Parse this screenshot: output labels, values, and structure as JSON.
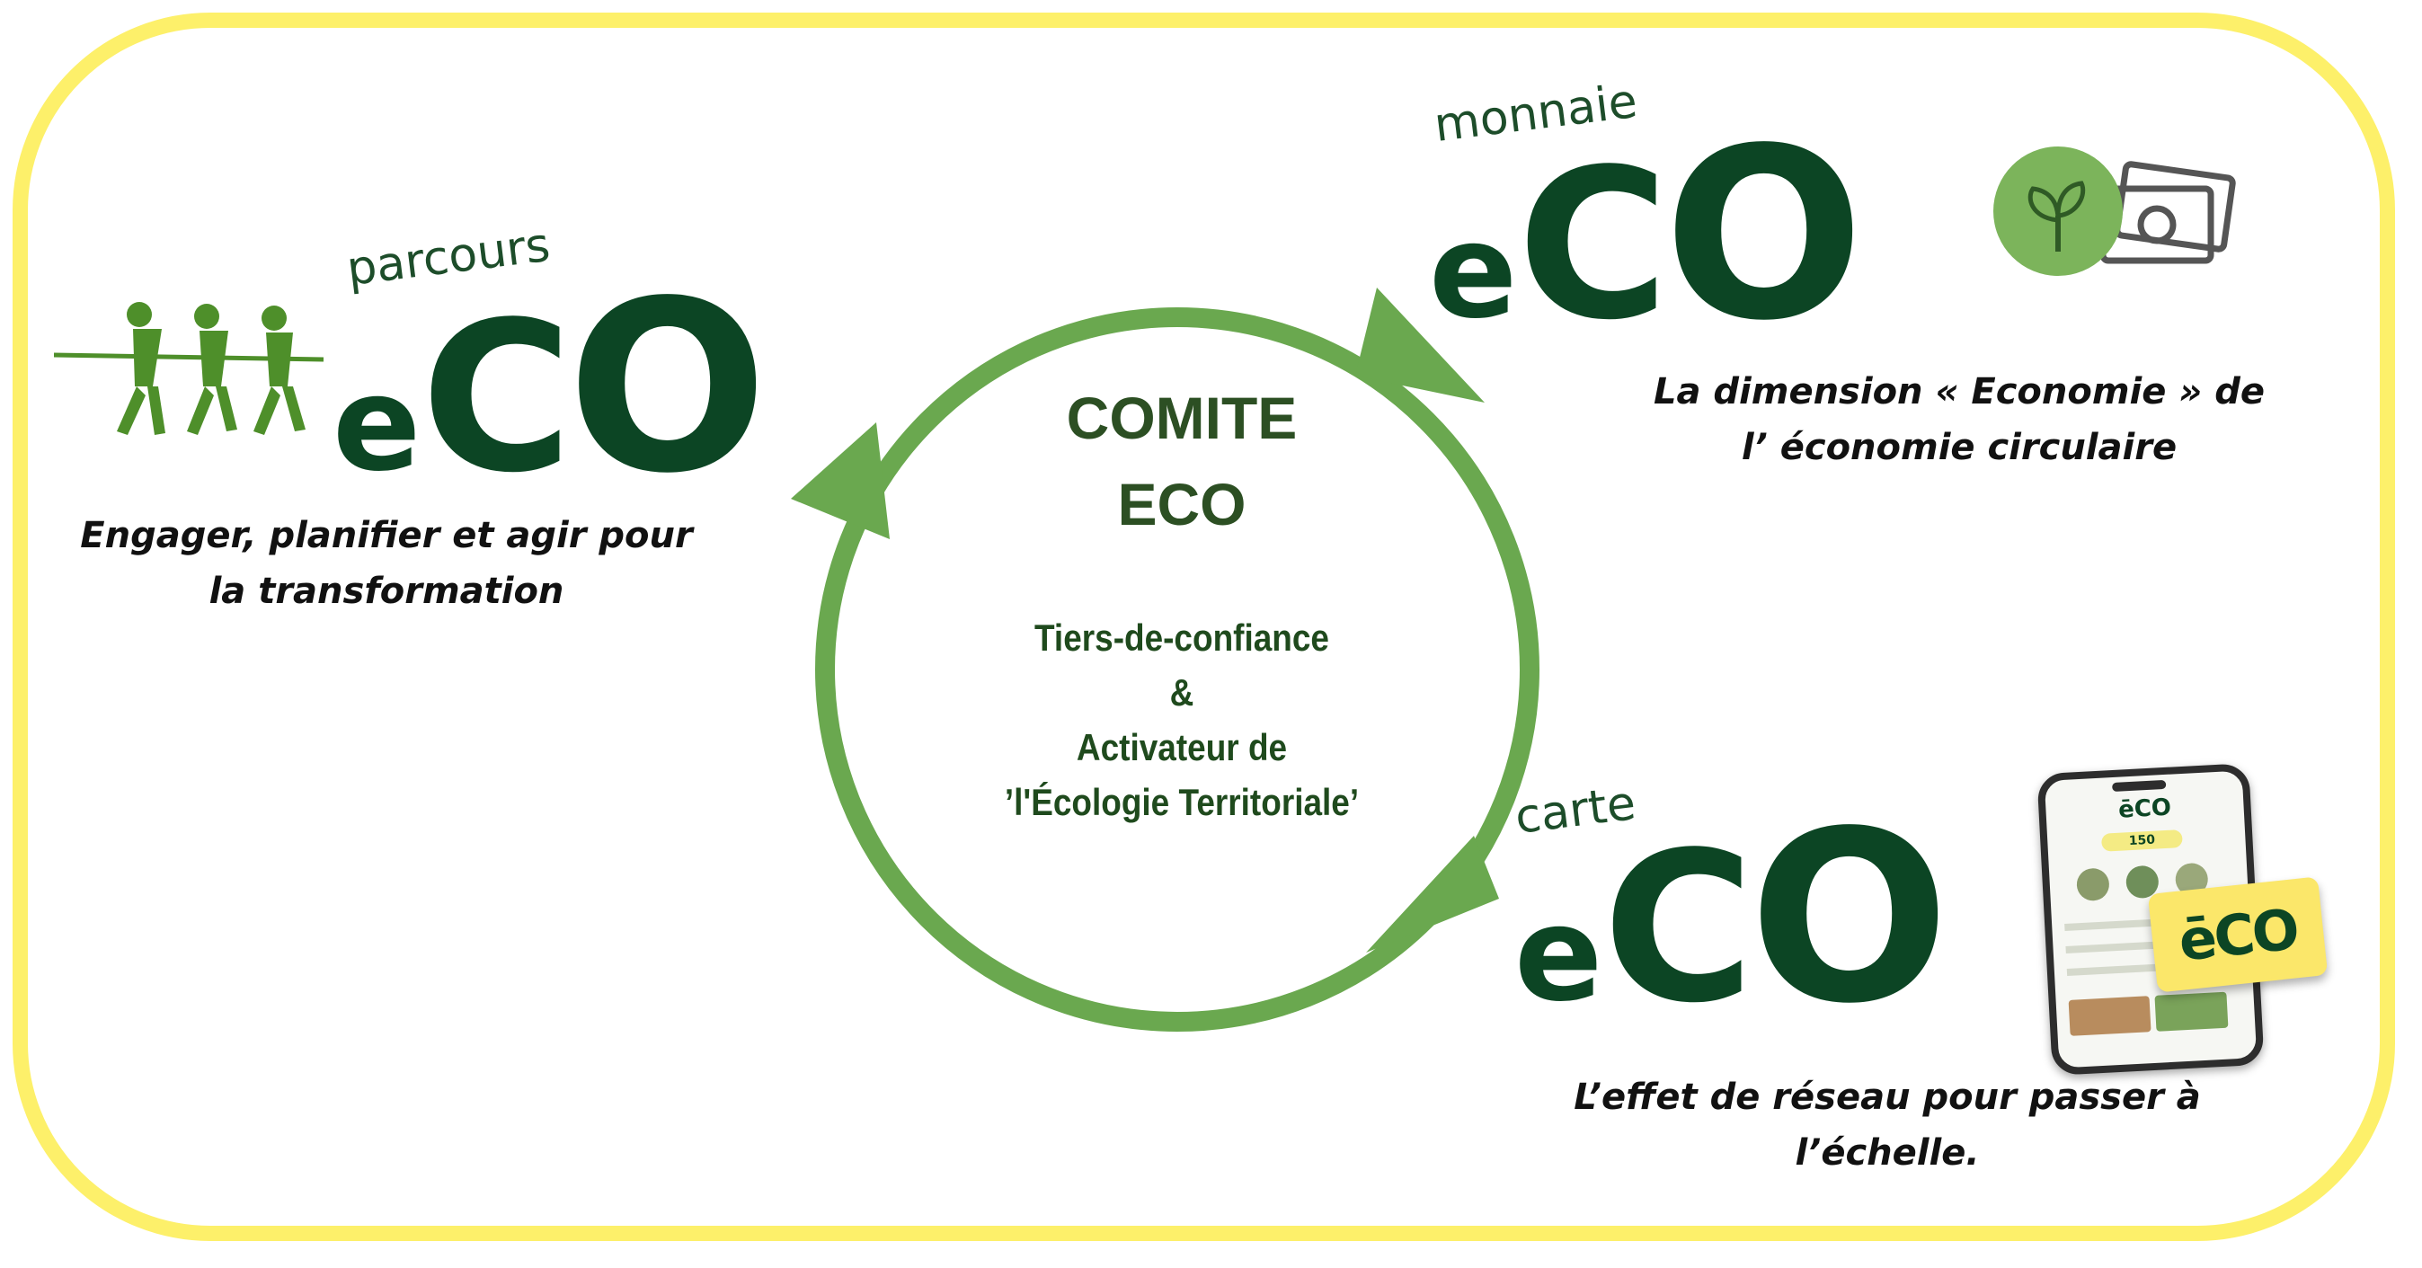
{
  "center": {
    "title_line1": "COMITE",
    "title_line2": "ECO",
    "line1": "Tiers-de-confiance",
    "line2": "&",
    "line3": "Activateur de",
    "line4": "’l'Écologie Territoriale’"
  },
  "parcours": {
    "subtitle": "parcours",
    "logo": {
      "e": "e",
      "c": "C",
      "o": "O"
    },
    "caption_line1": "Engager, planifier et agir pour",
    "caption_line2": "la transformation",
    "icon": "tug-of-war-people-icon"
  },
  "monnaie": {
    "subtitle": "monnaie",
    "logo": {
      "e": "e",
      "c": "C",
      "o": "O"
    },
    "caption_line1": "La dimension « Economie » de",
    "caption_line2": "l’ économie circulaire",
    "icons": [
      "sprout-coin-icon",
      "banknotes-icon"
    ]
  },
  "carte": {
    "subtitle": "carte",
    "logo": {
      "e": "e",
      "c": "C",
      "o": "O"
    },
    "caption_line1": "L’effet de réseau pour passer à",
    "caption_line2": "l’échelle.",
    "card_logo": "ēCO",
    "phone_logo": "ēCO",
    "phone_balance": "150",
    "icons": [
      "smartphone-app-icon",
      "eco-card-icon"
    ]
  },
  "colors": {
    "frame": "#fdf06a",
    "cycle": "#6aa84f",
    "logo": "#0c4524",
    "people": "#4e8f2a",
    "card": "#fbe76a"
  }
}
